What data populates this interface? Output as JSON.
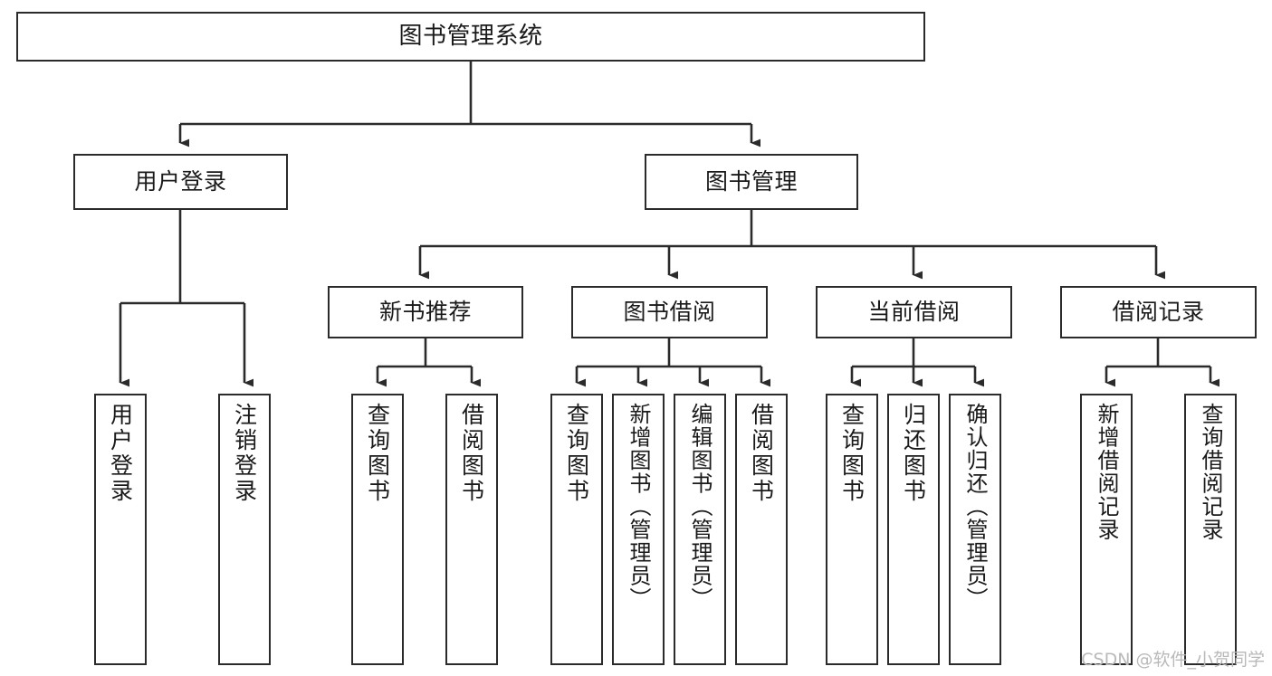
{
  "diagram": {
    "title": "图书管理系统",
    "type": "functional-structure-tree",
    "colors": {
      "stroke": "#2b2b2b",
      "fill": "#ffffff",
      "text": "#1a1a1a",
      "watermark": "#b9b9b9"
    },
    "levels": {
      "root": {
        "label": "图书管理系统"
      },
      "level2": [
        {
          "label": "用户登录"
        },
        {
          "label": "图书管理"
        }
      ],
      "level3": [
        {
          "label": "新书推荐"
        },
        {
          "label": "图书借阅"
        },
        {
          "label": "当前借阅"
        },
        {
          "label": "借阅记录"
        }
      ],
      "level4": {
        "user_login_children": [
          {
            "label": "用户登录"
          },
          {
            "label": "注销登录"
          }
        ],
        "new_book_children": [
          {
            "label": "查询图书"
          },
          {
            "label": "借阅图书"
          }
        ],
        "book_borrow_children": [
          {
            "label": "查询图书"
          },
          {
            "label": "新增图书（管理员）"
          },
          {
            "label": "编辑图书（管理员）"
          },
          {
            "label": "借阅图书"
          }
        ],
        "current_borrow_children": [
          {
            "label": "查询图书"
          },
          {
            "label": "归还图书"
          },
          {
            "label": "确认归还（管理员）"
          }
        ],
        "borrow_record_children": [
          {
            "label": "新增借阅记录"
          },
          {
            "label": "查询借阅记录"
          }
        ]
      }
    }
  },
  "watermark": {
    "text": "CSDN @软件_小贺同学"
  }
}
